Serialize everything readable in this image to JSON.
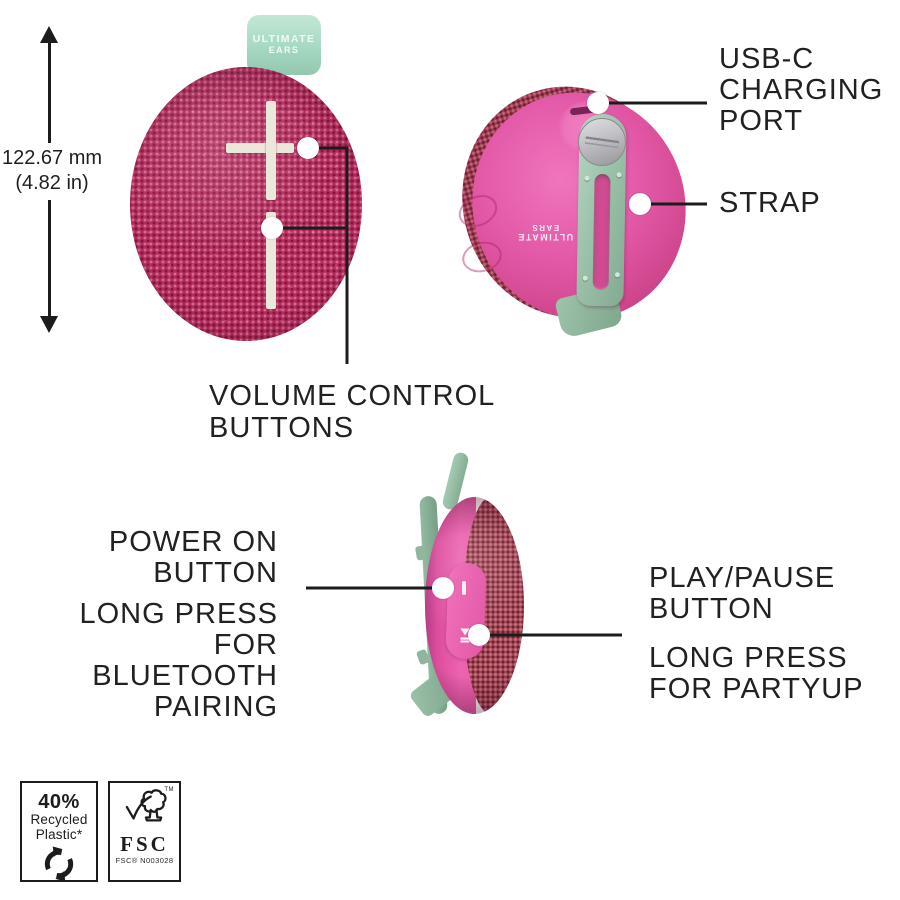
{
  "dimension": {
    "mm": "122.67 mm",
    "inches": "(4.82 in)"
  },
  "brand_tab": {
    "line1": "ULTIMATE",
    "line2": "EARS"
  },
  "back_brand": {
    "line1": "ULTIMATE",
    "line2": "EARS"
  },
  "labels": {
    "usb": [
      "USB-C",
      "CHARGING",
      "PORT"
    ],
    "strap": "STRAP",
    "volume": [
      "VOLUME CONTROL",
      "BUTTONS"
    ],
    "power": [
      "POWER ON",
      "BUTTON",
      "LONG PRESS",
      "FOR",
      "BLUETOOTH",
      "PAIRING"
    ],
    "play": [
      "PLAY/PAUSE",
      "BUTTON",
      "LONG PRESS",
      "FOR PARTYUP"
    ]
  },
  "badges": {
    "recycled": {
      "percent": "40%",
      "line1": "Recycled",
      "line2": "Plastic*"
    },
    "fsc": {
      "tm": "TM",
      "wordmark": "FSC",
      "code": "FSC® N003028"
    }
  },
  "icons": {
    "volume_up": "plus-bars",
    "volume_down": "minus-bar",
    "power": "power-bar",
    "play_pause": "play-pause-glyph",
    "recycle": "circular-arrows",
    "fsc_tree": "check-tree"
  },
  "colors": {
    "front_fabric": "#b72c5e",
    "back_pink": "#e258a7",
    "side_fabric": "#a84454",
    "strap_mint": "#9cc2ab",
    "tab_mint": "#aadcc6",
    "callout_line": "#1c1c1c",
    "text": "#232021",
    "background": "#ffffff"
  }
}
